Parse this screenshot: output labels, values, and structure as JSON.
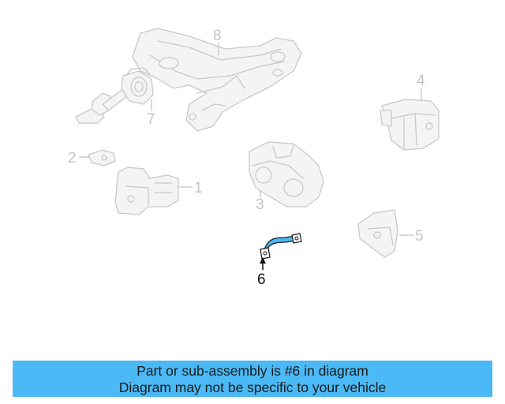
{
  "banner": {
    "line1": "Part or sub-assembly is #6 in diagram",
    "line2": "Diagram may not be specific to your vehicle",
    "background": "#4ab9f5"
  },
  "highlight_color": "#4ab9f5",
  "callouts": {
    "c1": "1",
    "c2": "2",
    "c3": "3",
    "c4": "4",
    "c5": "5",
    "c6": "6",
    "c7": "7",
    "c8": "8"
  }
}
